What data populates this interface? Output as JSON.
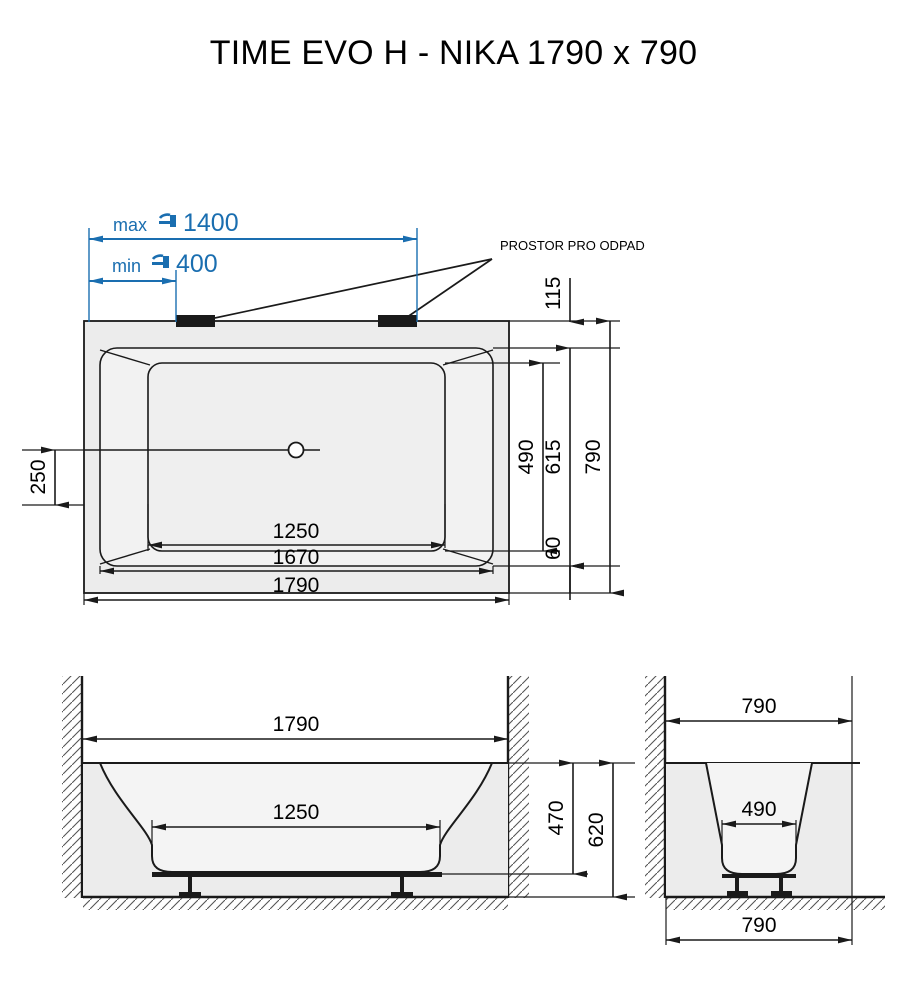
{
  "document": {
    "title": "TIME EVO H - NIKA 1790 x 790"
  },
  "colors": {
    "accent_blue": "#1a6eb0",
    "line_black": "#1a1a1a",
    "fill_gray": "#ececec",
    "fill_gray_light": "#f2f2f2",
    "background": "#ffffff"
  },
  "views": {
    "top": {
      "name": "top-view",
      "faucet_callouts": [
        {
          "label_prefix": "max",
          "icon": "faucet-icon",
          "value": "1400"
        },
        {
          "label_prefix": "min",
          "icon": "faucet-icon",
          "value": "400"
        }
      ],
      "leader_label": "PROSTOR PRO ODPAD",
      "dimensions": {
        "height_115": "115",
        "height_490": "490",
        "height_615": "615",
        "height_790": "790",
        "height_60": "60",
        "height_250": "250",
        "width_1250": "1250",
        "width_1670": "1670",
        "width_1790": "1790"
      }
    },
    "front": {
      "name": "front-view",
      "dimensions": {
        "width_1790": "1790",
        "width_1250": "1250",
        "height_470": "470",
        "height_620": "620"
      }
    },
    "side": {
      "name": "side-view",
      "dimensions": {
        "width_top_790": "790",
        "width_inner_490": "490",
        "width_bottom_790": "790"
      }
    }
  }
}
